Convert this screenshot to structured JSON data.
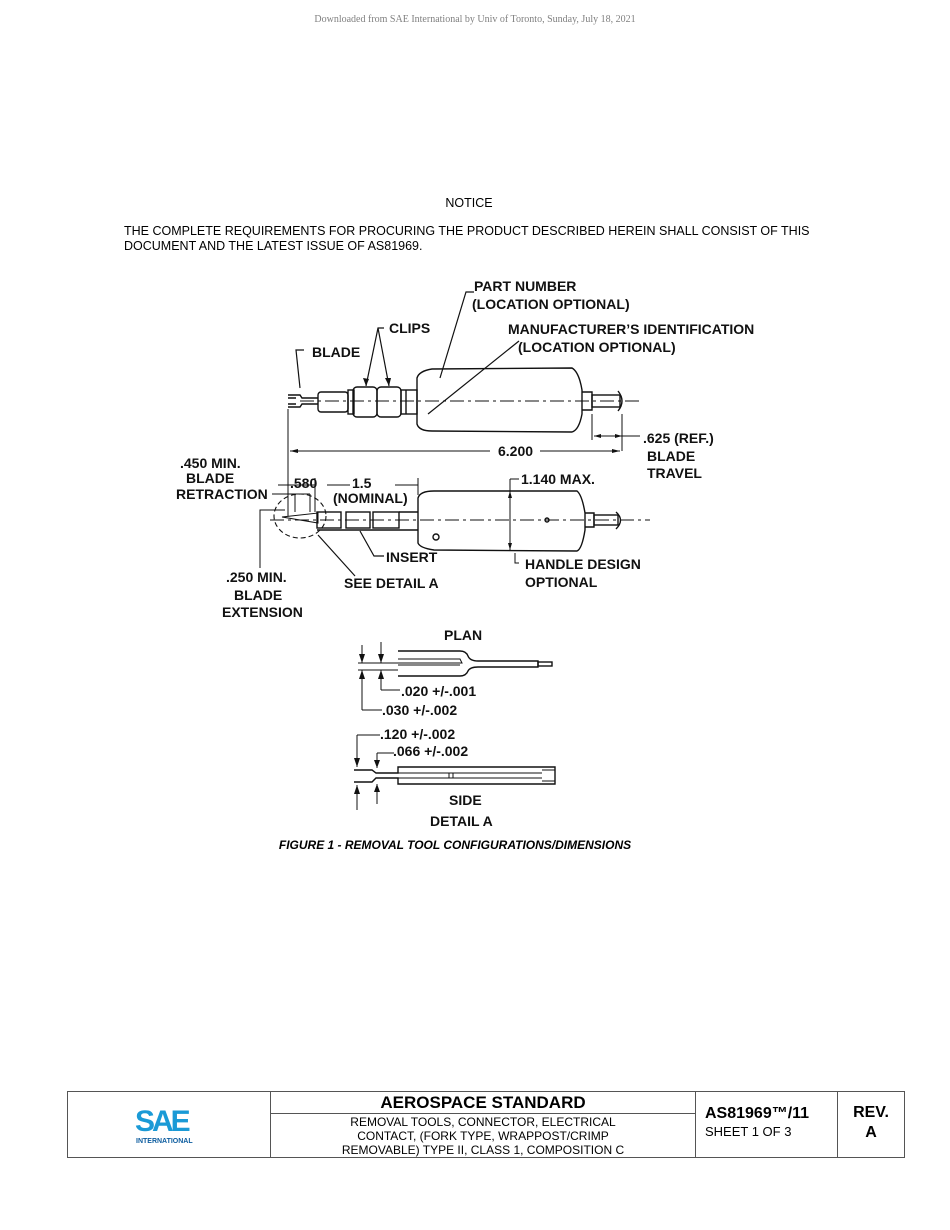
{
  "download_banner": "Downloaded from SAE International by Univ of Toronto, Sunday, July 18, 2021",
  "notice": {
    "title": "NOTICE",
    "body": "THE COMPLETE REQUIREMENTS FOR PROCURING THE PRODUCT DESCRIBED HEREIN SHALL CONSIST OF THIS DOCUMENT AND THE LATEST ISSUE OF AS81969."
  },
  "figure": {
    "callouts": {
      "part_number": "PART NUMBER",
      "part_number_loc": "(LOCATION OPTIONAL)",
      "clips": "CLIPS",
      "mfr_id": "MANUFACTURER’S IDENTIFICATION",
      "mfr_id_loc": "(LOCATION OPTIONAL)",
      "blade": "BLADE",
      "overall_length": "6.200",
      "blade_travel_dim": ".625 (REF.)",
      "blade_travel_1": "BLADE",
      "blade_travel_2": "TRAVEL",
      "retraction_1": ".450 MIN.",
      "retraction_2": "BLADE",
      "retraction_3": "RETRACTION",
      "dim_580": ".580",
      "dim_15": "1.5",
      "dim_15_note": "(NOMINAL)",
      "max_dia": "1.140 MAX.",
      "insert": "INSERT",
      "handle_1": "HANDLE DESIGN",
      "handle_2": "OPTIONAL",
      "extension_1": ".250 MIN.",
      "extension_2": "BLADE",
      "extension_3": "EXTENSION",
      "see_detail": "SEE DETAIL A"
    },
    "detail": {
      "plan_label": "PLAN",
      "plan_dim_1": ".020 +/-.001",
      "plan_dim_2": ".030 +/-.002",
      "side_dim_1": ".120 +/-.002",
      "side_dim_2": ".066 +/-.002",
      "side_label": "SIDE",
      "detail_label": "DETAIL A"
    },
    "caption": "FIGURE 1 - REMOVAL TOOL CONFIGURATIONS/DIMENSIONS"
  },
  "title_block": {
    "logo_text": "SAE",
    "logo_sub": "INTERNATIONAL",
    "brand_color": "#1a9ad6",
    "brand_dark": "#0c5c9e",
    "standard": "AEROSPACE STANDARD",
    "description_lines": [
      "REMOVAL TOOLS, CONNECTOR, ELECTRICAL",
      "CONTACT, (FORK TYPE, WRAPPOST/CRIMP",
      "REMOVABLE) TYPE II, CLASS 1, COMPOSITION C"
    ],
    "doc_number": "AS81969™/11",
    "sheet": "SHEET 1 OF 3",
    "rev_label": "REV.",
    "rev_value": "A"
  }
}
